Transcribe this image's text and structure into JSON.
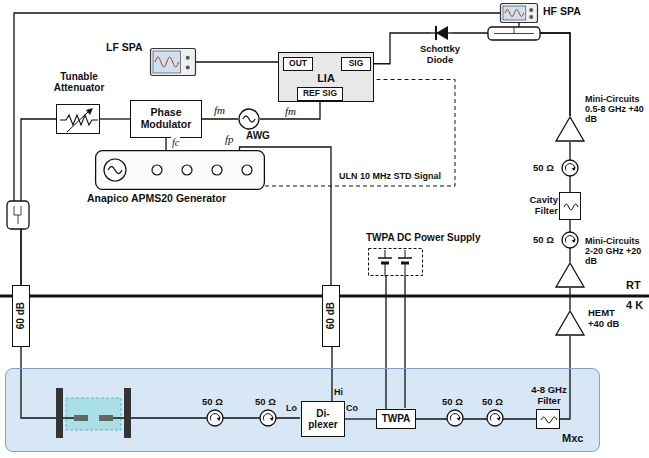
{
  "diagram": {
    "nodes": [
      {
        "text": [
          "LIA"
        ]
      },
      {
        "text": [
          "OUT"
        ],
        "in": 0
      },
      {
        "text": [
          "SIG"
        ],
        "in": 0
      },
      {
        "text": [
          "REF SIG"
        ],
        "in": 0
      },
      {
        "text": [
          "LF SPA"
        ]
      },
      {
        "text": [
          "HF SPA"
        ]
      },
      {
        "text": [
          "Schottky Diode"
        ]
      },
      {
        "text": [
          "Phase Modulator"
        ]
      },
      {
        "text": [
          "AWG"
        ]
      },
      {
        "text": [
          "Tunable Attenuator"
        ]
      },
      {
        "text": [
          "Anapico APMS20 Generator"
        ]
      },
      {
        "text": [
          "Mini-Circuits 0.5-8 GHz +40 dB"
        ]
      },
      {
        "text": [
          "Cavity Filter"
        ]
      },
      {
        "text": [
          "Mini-Circuits 2-20 GHz +20 dB"
        ]
      },
      {
        "text": [
          "TWPA DC Power Supply"
        ]
      },
      {
        "text": [
          "60 dB"
        ]
      },
      {
        "text": [
          "60 dB"
        ]
      },
      {
        "text": [
          "HEMT +40 dB"
        ]
      },
      {
        "text": [
          "Mxc"
        ]
      },
      {
        "text": [
          "Di-plexer"
        ],
        "in": 18
      },
      {
        "text": [
          "TWPA"
        ],
        "in": 18
      },
      {
        "text": [
          "4-8 GHz Filter"
        ],
        "in": 18
      }
    ],
    "edges": [
      {
        "from": 8,
        "to": 7,
        "arrow": "none",
        "label": "fm"
      },
      {
        "from": 8,
        "to": 3,
        "arrow": "none",
        "label": "fm"
      },
      {
        "from": 10,
        "to": 7,
        "arrow": "none",
        "label": "fc"
      },
      {
        "from": 7,
        "to": 9,
        "arrow": "none"
      },
      {
        "from": 9,
        "to": 15,
        "arrow": "none"
      },
      {
        "from": 5,
        "to": 15,
        "arrow": "none"
      },
      {
        "from": 10,
        "to": 16,
        "arrow": "none",
        "label": "fp"
      },
      {
        "from": 16,
        "to": 19,
        "arrow": "none"
      },
      {
        "from": 14,
        "to": 20,
        "arrow": "none"
      },
      {
        "from": 19,
        "to": 20,
        "arrow": "none"
      },
      {
        "from": 20,
        "to": 21,
        "arrow": "none"
      },
      {
        "from": 21,
        "to": 17,
        "arrow": "none"
      },
      {
        "from": 17,
        "to": 13,
        "arrow": "none"
      },
      {
        "from": 13,
        "to": 12,
        "arrow": "none"
      },
      {
        "from": 12,
        "to": 11,
        "arrow": "none"
      },
      {
        "from": 11,
        "to": 5,
        "arrow": "none"
      },
      {
        "from": 11,
        "to": 6,
        "arrow": "none"
      },
      {
        "from": 6,
        "to": 2,
        "arrow": "none"
      },
      {
        "from": 1,
        "to": 4,
        "arrow": "none"
      },
      {
        "from": 10,
        "to": 0,
        "arrow": "none",
        "label": "ULN 10 MHz STD Signal"
      }
    ],
    "labels": [
      "50 Ω",
      "50 Ω",
      "RT",
      "4 K",
      "Lo",
      "Hi",
      "Co",
      "50 Ω",
      "50 Ω",
      "50 Ω",
      "50 Ω"
    ]
  }
}
